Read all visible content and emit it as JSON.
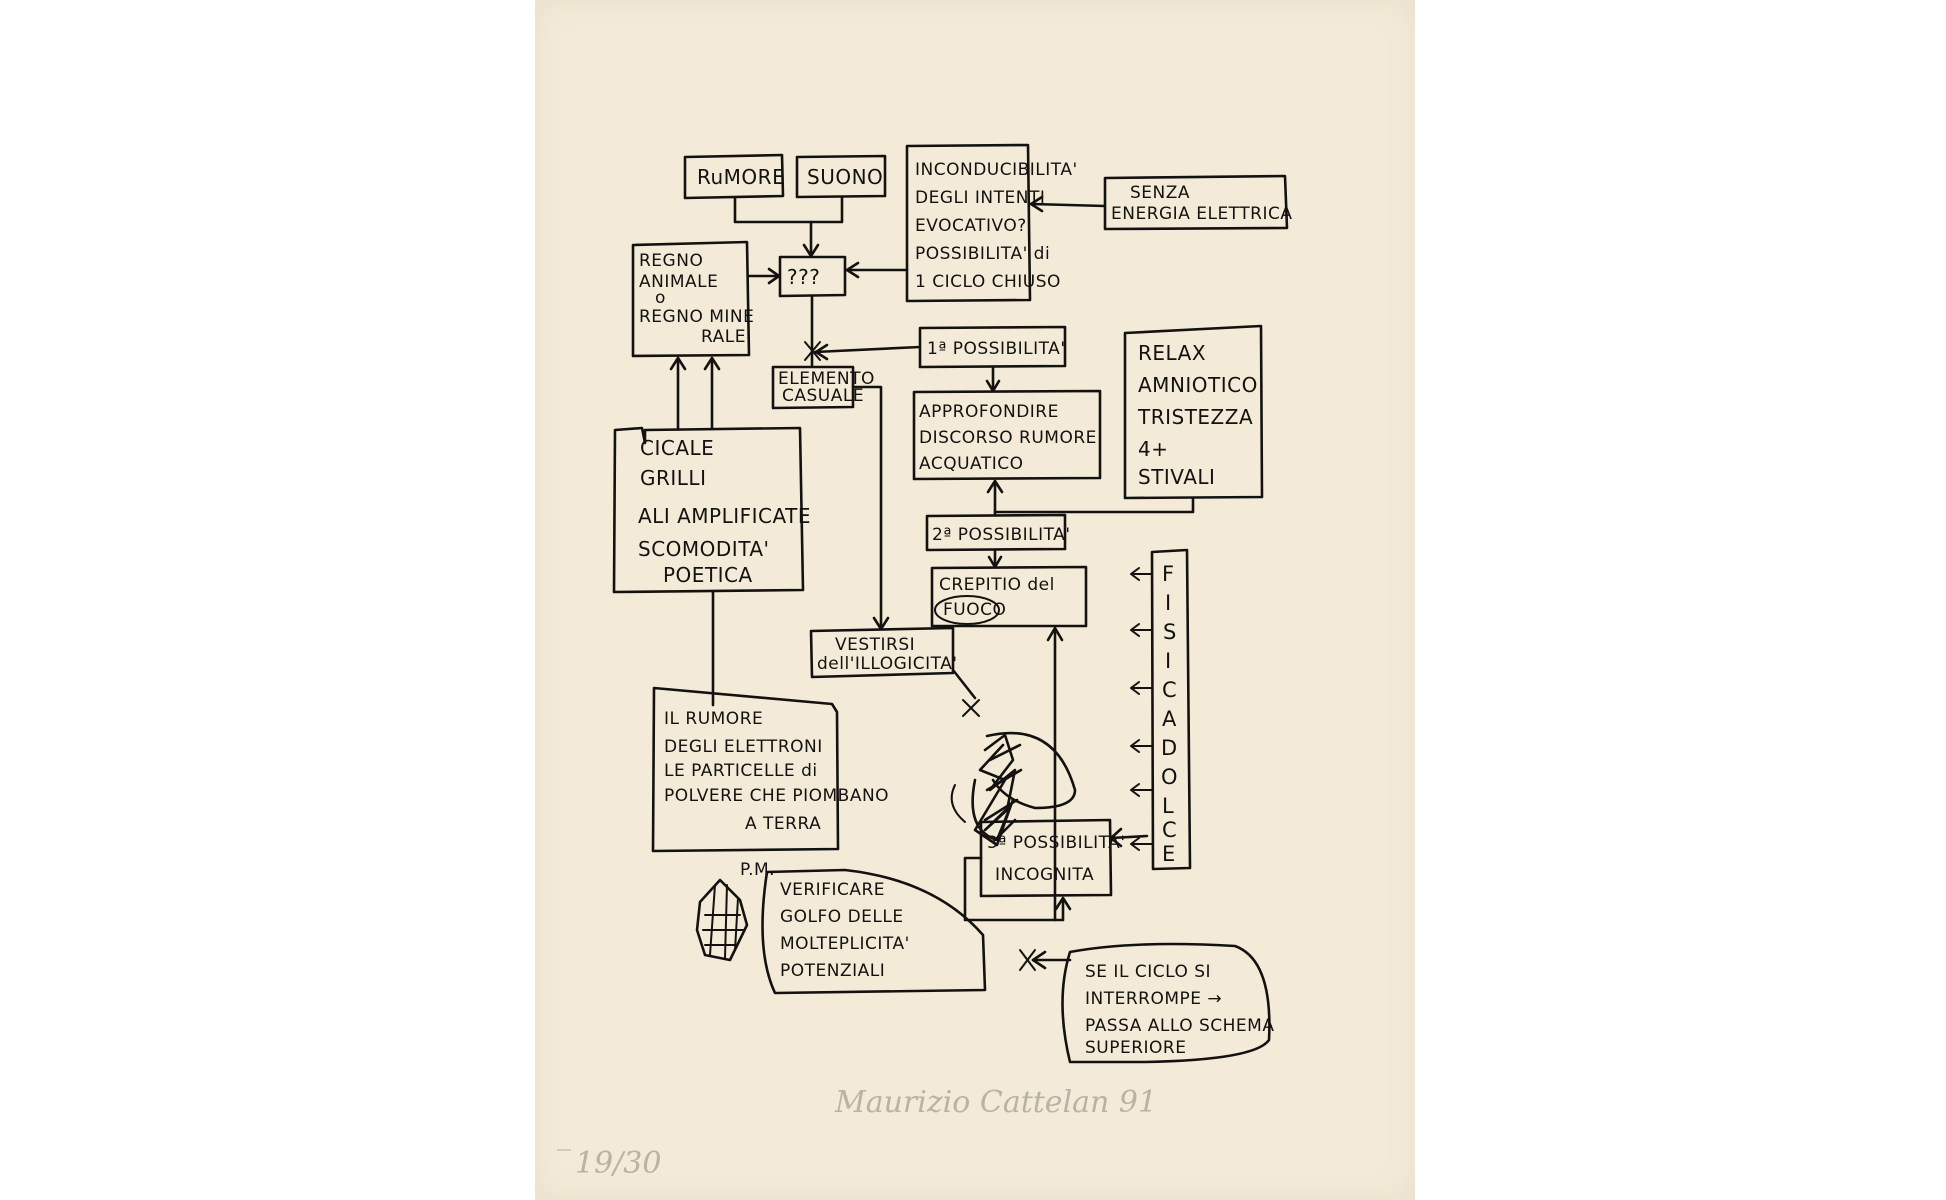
{
  "boxes": {
    "rumore": "RuMORE",
    "suono": "SUONO",
    "inconducibilita": [
      "INCONDUCIBILITA'",
      "DEGLI INTENTI",
      "EVOCATIVO?",
      "POSSIBILITA' di",
      "1 CICLO CHIUSO"
    ],
    "senza_energia": [
      "SENZA",
      "ENERGIA ELETTRICA"
    ],
    "regno": [
      "REGNO",
      "ANIMALE",
      "o",
      "REGNO MINE",
      "RALE"
    ],
    "question": "???",
    "elemento": [
      "ELEMENTO",
      "CASUALE"
    ],
    "prima_possibilita": "1ª POSSIBILITA'",
    "approfondire": [
      "APPROFONDIRE",
      "DISCORSO RUMORE",
      "ACQUATICO"
    ],
    "relax": [
      "RELAX",
      "AMNIOTICO",
      "TRISTEZZA",
      "4+",
      "STIVALI"
    ],
    "cicale": [
      "CICALE",
      "GRILLI",
      "ALI AMPLIFICATE",
      "SCOMODITA'",
      "POETICA"
    ],
    "seconda_possibilita": "2ª POSSIBILITA'",
    "crepitio": [
      "CREPITIO del",
      "FUOCO"
    ],
    "fisica_dolce": [
      "F",
      "I",
      "S",
      "I",
      "C",
      "A",
      "D",
      "O",
      "L",
      "C",
      "E"
    ],
    "vestirsi": [
      "VESTIRSI",
      "dell'ILLOGICITA'"
    ],
    "rumore_elettroni": [
      "IL RUMORE",
      "DEGLI ELETTRONI",
      "LE PARTICELLE di",
      "POLVERE CHE PIOMBANO",
      "A TERRA"
    ],
    "terza_possibilita": [
      "3ª POSSIBILITA'",
      "INCOGNITA"
    ],
    "pm": "P.M.",
    "verificare": [
      "VERIFICARE",
      "GOLFO DELLE",
      "MOLTEPLICITA'",
      "POTENZIALI"
    ],
    "se_il_ciclo": [
      "SE IL CICLO SI",
      "INTERROMPE →",
      "PASSA ALLO SCHEMA",
      "SUPERIORE"
    ]
  },
  "edition": "19/30",
  "signature": "Maurizio Cattelan 91"
}
